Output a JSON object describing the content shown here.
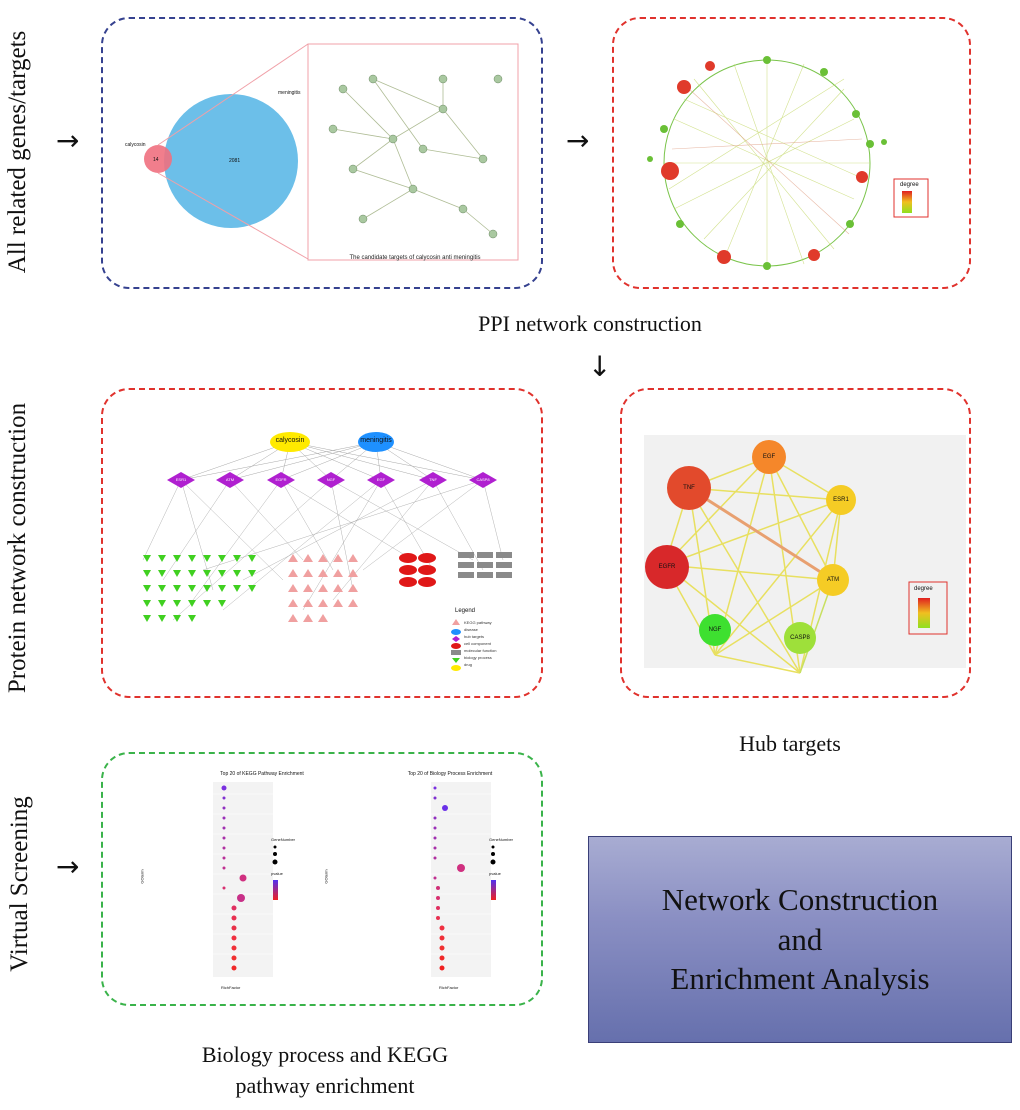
{
  "side_labels": {
    "top": "All related genes/targets",
    "middle": "Protein network construction",
    "bottom": "Virtual Screening"
  },
  "captions": {
    "ppi": "PPI network construction",
    "hub": "Hub targets",
    "enrich_line1": "Biology process and KEGG",
    "enrich_line2": "pathway enrichment"
  },
  "arrows": {
    "right": "→",
    "down": "↓"
  },
  "venn": {
    "left_label": "calycosin",
    "right_label": "meningitis",
    "center_label": "2081",
    "overlap_label": "14",
    "caption": "The candidate targets of calycosin anti meningitis"
  },
  "legend_degree": "degree",
  "compound_network": {
    "drug1": "calycosin",
    "drug2": "meningitis",
    "targets": [
      "ESR1",
      "ATM",
      "EGFR",
      "NGF",
      "EGF",
      "TNF",
      "CASP8"
    ],
    "legend_title": "Legend",
    "legend_items": [
      "KEGG pathway",
      "disease",
      "hub targets",
      "cell component",
      "molecular function",
      "biology process",
      "drug"
    ]
  },
  "hub": {
    "nodes": [
      "TNF",
      "EGF",
      "ESR1",
      "ATM",
      "CASP8",
      "NGF",
      "EGFR"
    ],
    "legend": "degree"
  },
  "enrichment": {
    "kegg_title": "Top 20 of KEGG Pathway Enrichment",
    "bp_title": "Top 20 of Biology Process Enrichment",
    "x_label": "RichFactor",
    "y_label": "GOterm",
    "legend_size": "GeneNumber",
    "legend_color": "pvalue"
  },
  "title_box": {
    "line1": "Network Construction",
    "line2": "and",
    "line3": "Enrichment Analysis"
  },
  "colors": {
    "blue_border": "#35418f",
    "red_border": "#e0322d",
    "green_border": "#3ab34a",
    "venn_blue": "#6cbfe9",
    "venn_red": "#f07080",
    "title_box": "#8a8fc3"
  }
}
